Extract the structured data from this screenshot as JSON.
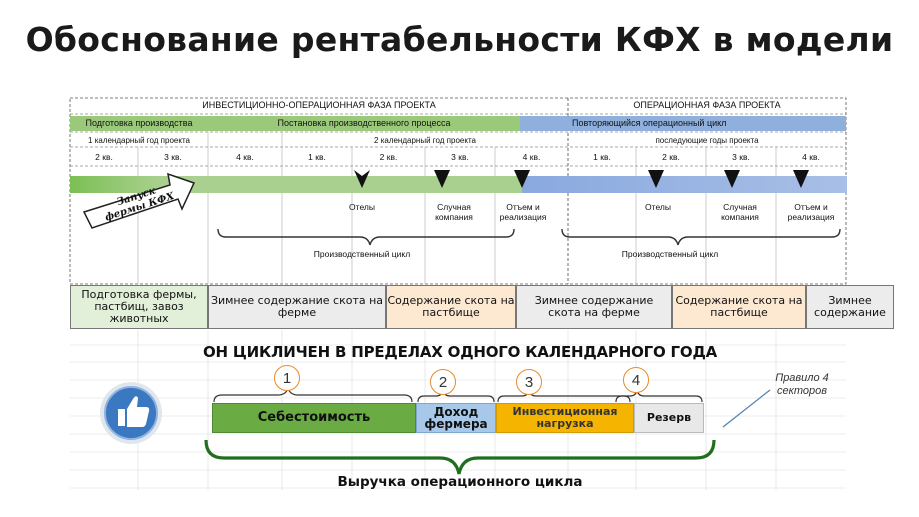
{
  "title": "Обоснование рентабельности КФХ в модели",
  "phases": {
    "investment": "ИНВЕСТИЦИОННО-ОПЕРАЦИОННАЯ ФАЗА ПРОЕКТА",
    "operational": "ОПЕРАЦИОННАЯ ФАЗА ПРОЕКТА"
  },
  "stages": {
    "prep": "Подготовка производства",
    "setup": "Постановка производственного процесса",
    "repeat": "Повторяющийся операционный цикл"
  },
  "years": {
    "first": "1 календарный год проекта",
    "second": "2 календарный год проекта",
    "last": "последующие годы проекта"
  },
  "quarters": [
    "2 кв.",
    "3 кв.",
    "4 кв.",
    "1 кв.",
    "2 кв.",
    "3 кв.",
    "4 кв.",
    "1 кв.",
    "2 кв.",
    "3 кв.",
    "4 кв."
  ],
  "launch_label": "Запуск фермы КФХ",
  "events_left": [
    "Отелы",
    "Случная компания",
    "Отъем и реализация"
  ],
  "events_right": [
    "Отелы",
    "Случная компания",
    "Отъем и реализация"
  ],
  "production_cycle": [
    "Производственный цикл",
    "Производственный цикл"
  ],
  "activities": [
    "Подготовка фермы, пастбищ, завоз животных",
    "Зимнее содержание скота на ферме",
    "Содержание скота на пастбище",
    "Зимнее содержание скота на ферме",
    "Содержание скота на пастбище",
    "Зимнее содержание"
  ],
  "cycle_heading": "ОН ЦИКЛИЧЕН В ПРЕДЕЛАХ ОДНОГО КАЛЕНДАРНОГО ГОДА",
  "sectors": [
    {
      "number": "1",
      "label": "Себестоимость",
      "color": "#6aab43"
    },
    {
      "number": "2",
      "label": "Доход фермера",
      "color": "#a8c8ea"
    },
    {
      "number": "3",
      "label": "Инвестиционная нагрузка",
      "color": "#f4b400"
    },
    {
      "number": "4",
      "label": "Резерв",
      "color": "#e8e8e8"
    }
  ],
  "rule_note": "Правило 4 секторов",
  "revenue_label": "Выручка операционного цикла",
  "colors": {
    "green": "#9bc97a",
    "blue": "#8fb0dc",
    "grey": "#ececec",
    "peach": "#fde9d2",
    "prep_box": "#e2efd9",
    "brace": "#222222"
  }
}
